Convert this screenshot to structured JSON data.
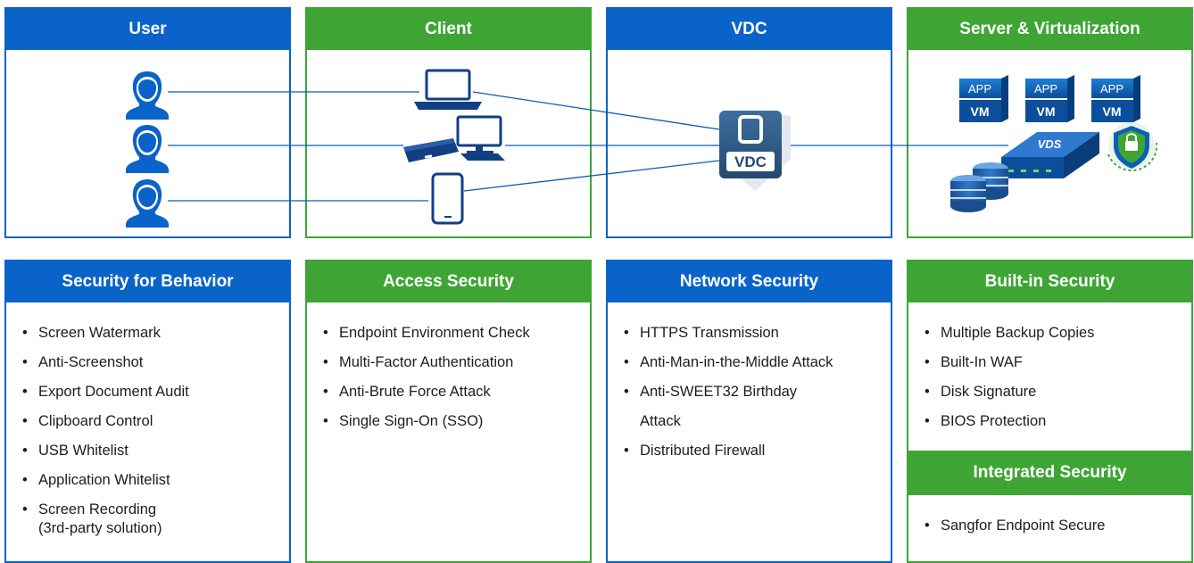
{
  "colors": {
    "blue": "#0a63c9",
    "green": "#3ea535"
  },
  "top": {
    "user_title": "User",
    "client_title": "Client",
    "vdc_title": "VDC",
    "server_title": "Server & Virtualization",
    "vdc_label": "VDC",
    "app_label": "APP",
    "vm_label": "VM",
    "vds_label": "VDS"
  },
  "bottom": {
    "behavior": {
      "title": "Security for Behavior",
      "items": [
        "Screen Watermark",
        "Anti-Screenshot",
        "Export Document Audit",
        "Clipboard Control",
        "USB Whitelist",
        "Application Whitelist"
      ],
      "last_item_line1": "Screen Recording",
      "last_item_line2": "(3rd-party solution)"
    },
    "access": {
      "title": "Access Security",
      "items": [
        "Endpoint Environment Check",
        "Multi-Factor Authentication",
        "Anti-Brute Force Attack",
        "Single Sign-On (SSO)"
      ]
    },
    "network": {
      "title": "Network Security",
      "items": [
        "HTTPS Transmission",
        "Anti-Man-in-the-Middle Attack",
        "Anti-SWEET32 Birthday Attack",
        "Distributed Firewall"
      ]
    },
    "builtin": {
      "title": "Built-in Security",
      "items": [
        "Multiple Backup Copies",
        "Built-In WAF",
        "Disk Signature",
        "BIOS Protection"
      ]
    },
    "integrated": {
      "title": "Integrated Security",
      "items": [
        "Sangfor Endpoint Secure"
      ]
    }
  }
}
